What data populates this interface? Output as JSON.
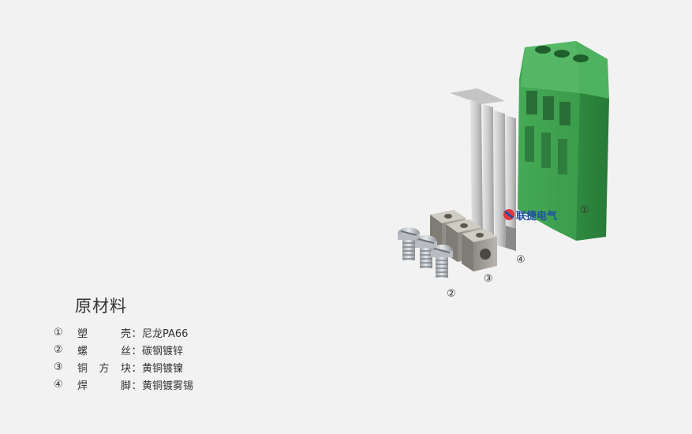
{
  "callouts": {
    "c1": "①",
    "c2": "②",
    "c3": "③",
    "c4": "④"
  },
  "watermark": "联捷电气",
  "title": "原材料",
  "materials": [
    {
      "num": "①",
      "name": [
        "塑",
        "壳"
      ],
      "sep": "：",
      "value": "尼龙PA66"
    },
    {
      "num": "②",
      "name": [
        "螺",
        "丝"
      ],
      "sep": "：",
      "value": "碳钢镀锌"
    },
    {
      "num": "③",
      "name": [
        "铜",
        "方",
        "块"
      ],
      "sep": "：",
      "value": "黄铜镀镍"
    },
    {
      "num": "④",
      "name": [
        "焊",
        "脚"
      ],
      "sep": "：",
      "value": "黄铜镀雾锡"
    }
  ],
  "colors": {
    "housing": "#3d9b4f",
    "housing_dark": "#2f7d3e",
    "metal_light": "#d8d8d8",
    "metal_dark": "#a9a9a9",
    "background": "#f2f2f2"
  }
}
